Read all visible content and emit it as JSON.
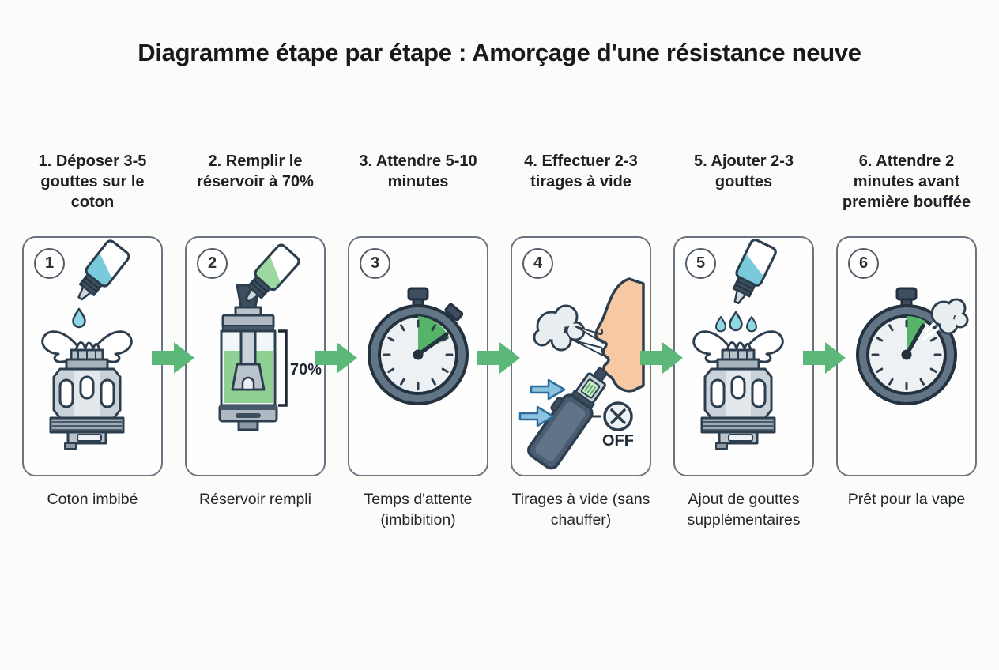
{
  "title": "Diagramme étape par étape : Amorçage d'une résistance neuve",
  "steps": [
    {
      "number": "1",
      "title": "1. Déposer 3-5 gouttes sur le coton",
      "caption": "Coton imbibé",
      "icon": "dropper-bottle-on-coil"
    },
    {
      "number": "2",
      "title": "2. Remplir le réservoir à 70%",
      "caption": "Réservoir rempli",
      "annotation": "70%",
      "icon": "tank-filling"
    },
    {
      "number": "3",
      "title": "3. Attendre 5-10 minutes",
      "caption": "Temps d'attente (imbibition)",
      "icon": "stopwatch"
    },
    {
      "number": "4",
      "title": "4. Effectuer 2-3 tirages à vide",
      "caption": "Tirages à vide (sans chauffer)",
      "annotation": "OFF",
      "icon": "dry-puff-device-off"
    },
    {
      "number": "5",
      "title": "5. Ajouter 2-3 gouttes",
      "caption": "Ajout de gouttes supplémentaires",
      "icon": "dropper-bottle-on-coil-drops"
    },
    {
      "number": "6",
      "title": "6. Attendre 2 minutes avant première bouffée",
      "caption": "Prêt pour la vape",
      "icon": "stopwatch-puff"
    }
  ],
  "colors": {
    "accent_green": "#5cb878",
    "ink_outline": "#2d3e4e",
    "liquid_blue": "#79cbdb",
    "liquid_green": "#8ed193",
    "skin": "#f7c9a3",
    "box_border": "#6a7480"
  }
}
